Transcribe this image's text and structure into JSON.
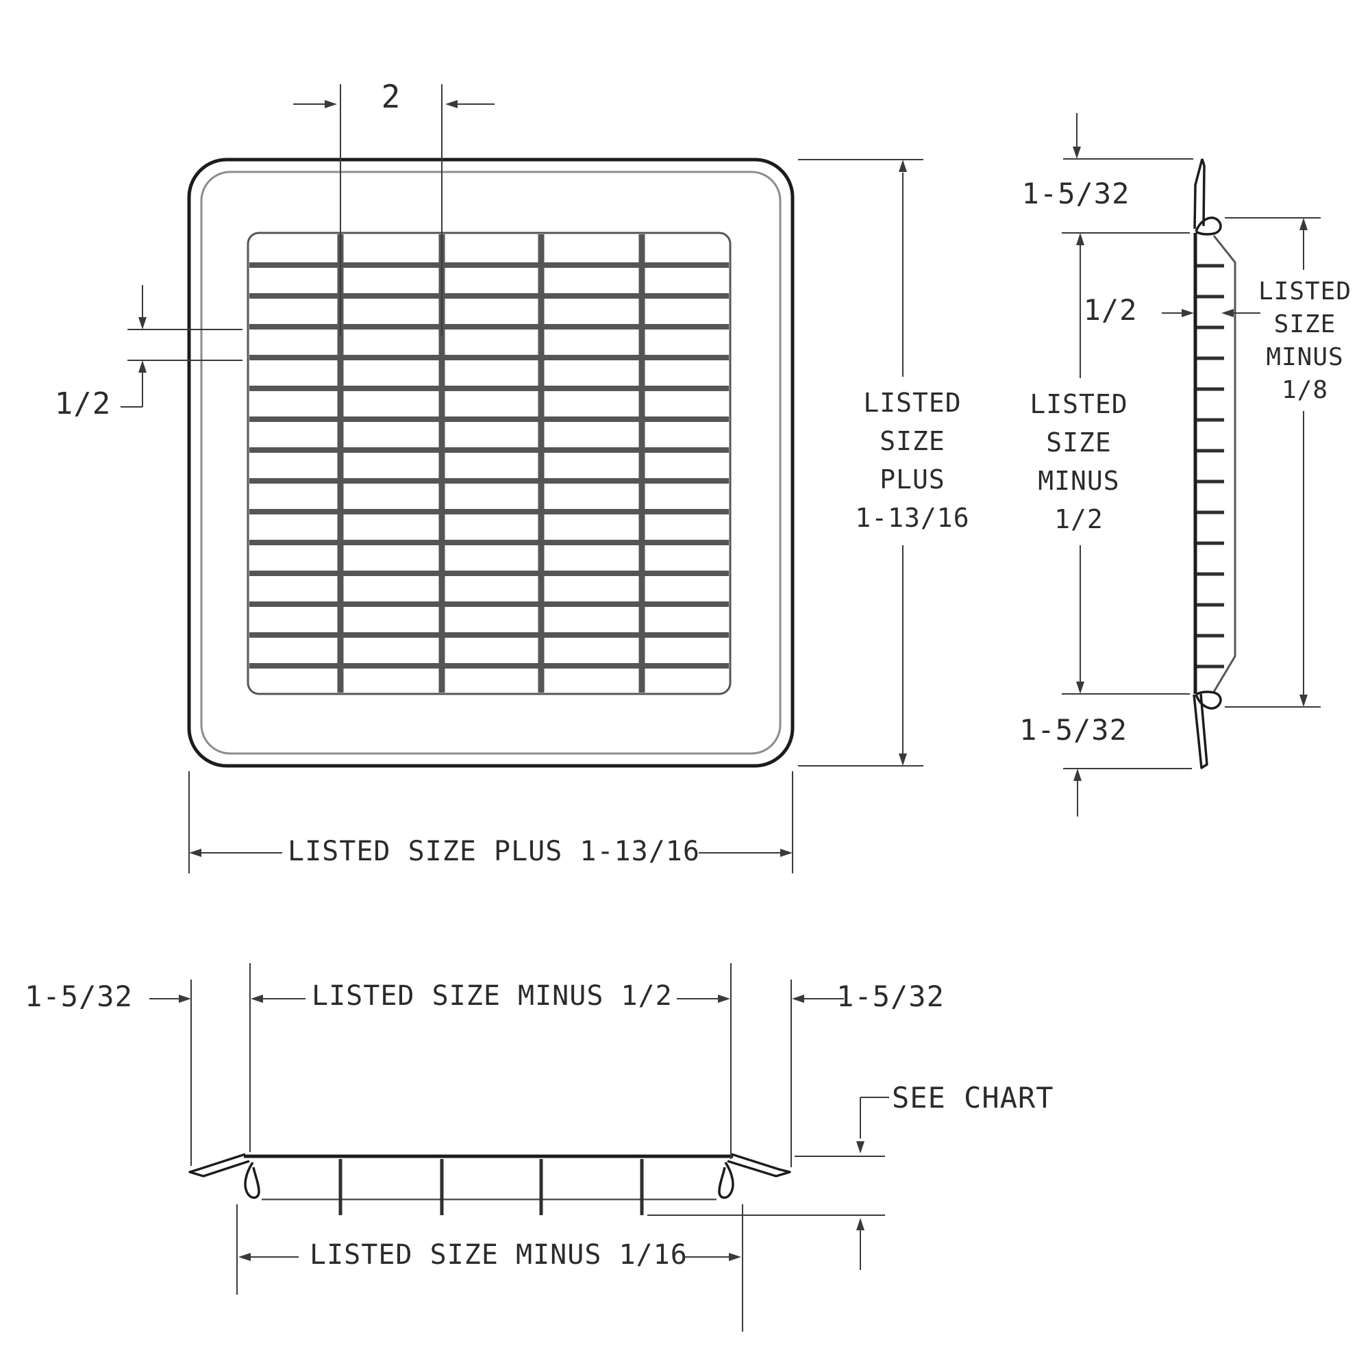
{
  "drawing": {
    "type": "grille-dimensional-drawing",
    "colors": {
      "background": "#ffffff",
      "line_dark": "#1c1c1c",
      "line_mid": "#555555",
      "line_light": "#8c8c8c",
      "line_dim": "#3a3a3a",
      "line_fin": "#2f2f2f",
      "text": "#2b2b2b"
    },
    "front_view": {
      "blade_spacing_label": "2",
      "fin_spacing_label": "1/2",
      "height_label_lines": [
        "LISTED",
        "SIZE",
        "PLUS",
        "1-13/16"
      ],
      "width_label": "LISTED SIZE PLUS 1-13/16"
    },
    "side_view": {
      "top_flange_label": "1-5/32",
      "depth_label": "1/2",
      "face_height_lines": [
        "LISTED",
        "SIZE",
        "MINUS",
        "1/2"
      ],
      "overall_height_lines": [
        "LISTED",
        "SIZE",
        "MINUS",
        "1/8"
      ],
      "bottom_flange_label": "1-5/32"
    },
    "section_view": {
      "left_flange_label": "1-5/32",
      "face_width_label": "LISTED SIZE MINUS 1/2",
      "right_flange_label": "1-5/32",
      "depth_note_label": "SEE CHART",
      "overall_width_label": "LISTED SIZE MINUS 1/16"
    }
  }
}
